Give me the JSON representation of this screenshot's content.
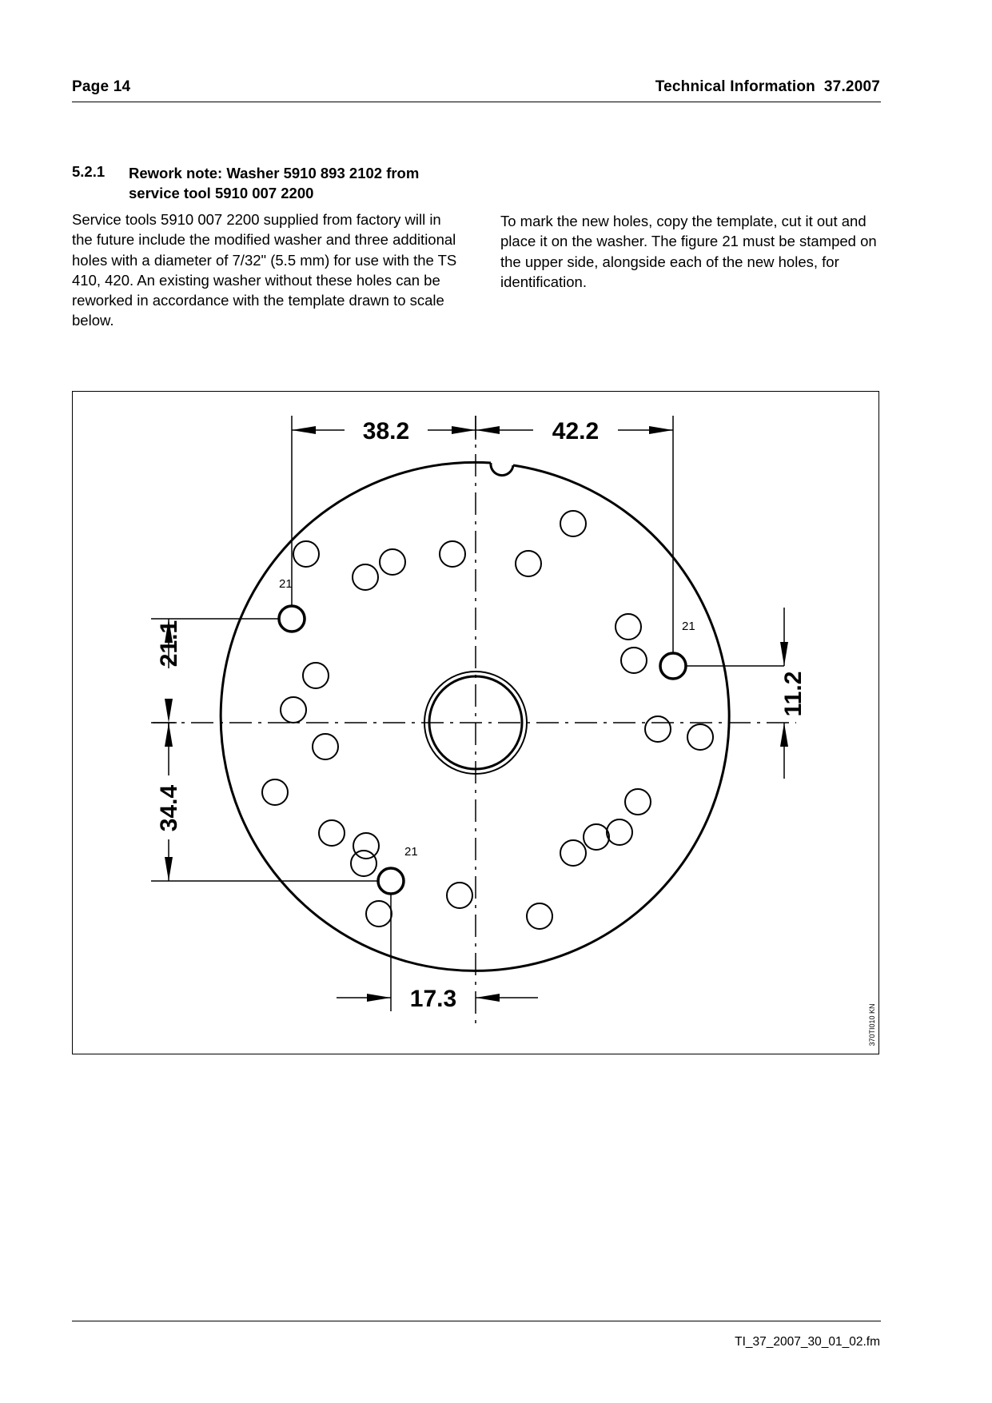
{
  "header": {
    "page_label": "Page 14",
    "doc_title": "Technical Information  37.2007"
  },
  "section": {
    "number": "5.2.1",
    "title": "Rework note: Washer 5910 893 2102 from service tool 5910 007 2200"
  },
  "body": {
    "left": "Service tools 5910 007 2200 supplied from factory will in the future include the modified washer and three additional holes with a diameter of 7/32\" (5.5 mm) for use with the TS 410, 420.  An existing washer without these holes can be reworked in accordance with the template drawn to scale below.",
    "right": "To mark the new holes, copy the template, cut it out and place it on the washer.  The figure 21 must be stamped on the upper side, alongside each of the new holes, for identification."
  },
  "figure": {
    "dimensions": {
      "top_left": "38.2",
      "top_right": "42.2",
      "left_upper": "21.1",
      "left_lower": "34.4",
      "right": "11.2",
      "bottom": "17.3"
    },
    "hole_labels": {
      "upper_left": "21",
      "right": "21",
      "lower": "21"
    },
    "figure_id": "370TI010 KN"
  },
  "footer": {
    "filename": "TI_37_2007_30_01_02.fm"
  }
}
